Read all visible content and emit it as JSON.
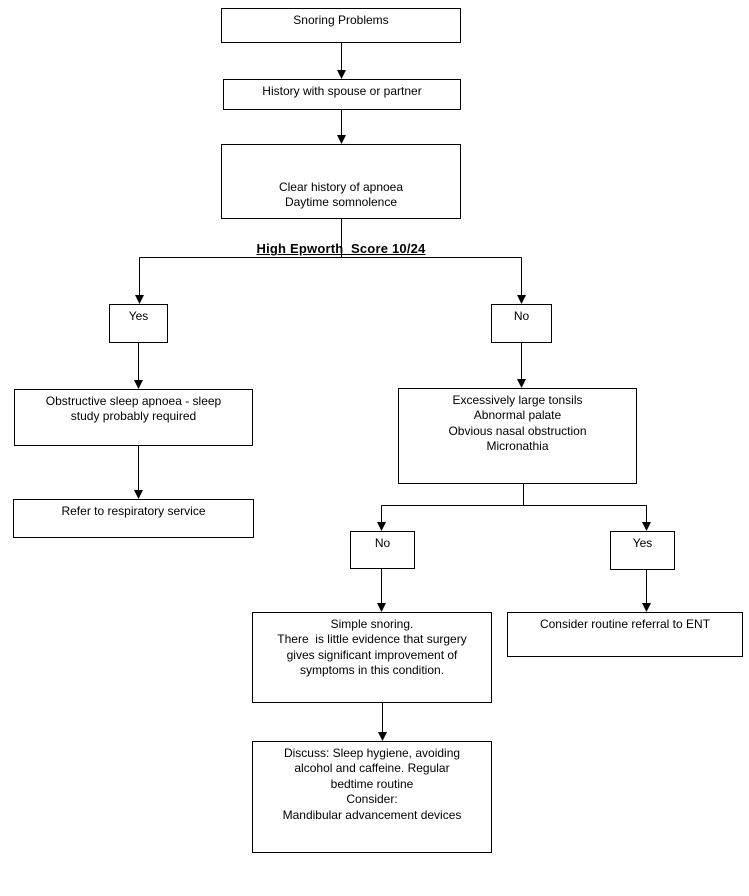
{
  "colors": {
    "background": "#ffffff",
    "line": "#000000",
    "box_border": "#000000",
    "box_fill": "#ffffff",
    "text": "#000000"
  },
  "diagram": {
    "type": "flowchart",
    "title": "Snoring Problems",
    "nodes": {
      "snoring": {
        "text": "Snoring Problems"
      },
      "history": {
        "text": "History with spouse or partner"
      },
      "apnoea_history": {
        "text": "Clear history of apnoea\nDaytime somnolence",
        "emphasis": "High Epworth  Score 10/24"
      },
      "yes1": {
        "text": "Yes"
      },
      "no1": {
        "text": "No"
      },
      "osa": {
        "text": "Obstructive sleep apnoea - sleep\nstudy probably required"
      },
      "refer_respiratory": {
        "text": "Refer to respiratory service"
      },
      "exam_findings": {
        "text": "Excessively large tonsils\nAbnormal palate\nObvious nasal obstruction\nMicronathia"
      },
      "no2": {
        "text": "No"
      },
      "yes2": {
        "text": "Yes"
      },
      "simple_snoring": {
        "text": "Simple snoring.\nThere  is little evidence that surgery\ngives significant improvement of\nsymptoms in this condition."
      },
      "ent_referral": {
        "text": "Consider routine referral to ENT"
      },
      "advice": {
        "text": "Discuss: Sleep hygiene, avoiding\nalcohol and caffeine. Regular\nbedtime routine\nConsider:\nMandibular advancement devices"
      }
    },
    "edges": [
      {
        "from": "snoring",
        "to": "history"
      },
      {
        "from": "history",
        "to": "apnoea_history"
      },
      {
        "from": "apnoea_history",
        "to": "yes1"
      },
      {
        "from": "apnoea_history",
        "to": "no1"
      },
      {
        "from": "yes1",
        "to": "osa"
      },
      {
        "from": "osa",
        "to": "refer_respiratory"
      },
      {
        "from": "no1",
        "to": "exam_findings"
      },
      {
        "from": "exam_findings",
        "to": "no2"
      },
      {
        "from": "exam_findings",
        "to": "yes2"
      },
      {
        "from": "no2",
        "to": "simple_snoring"
      },
      {
        "from": "yes2",
        "to": "ent_referral"
      },
      {
        "from": "simple_snoring",
        "to": "advice"
      }
    ]
  }
}
